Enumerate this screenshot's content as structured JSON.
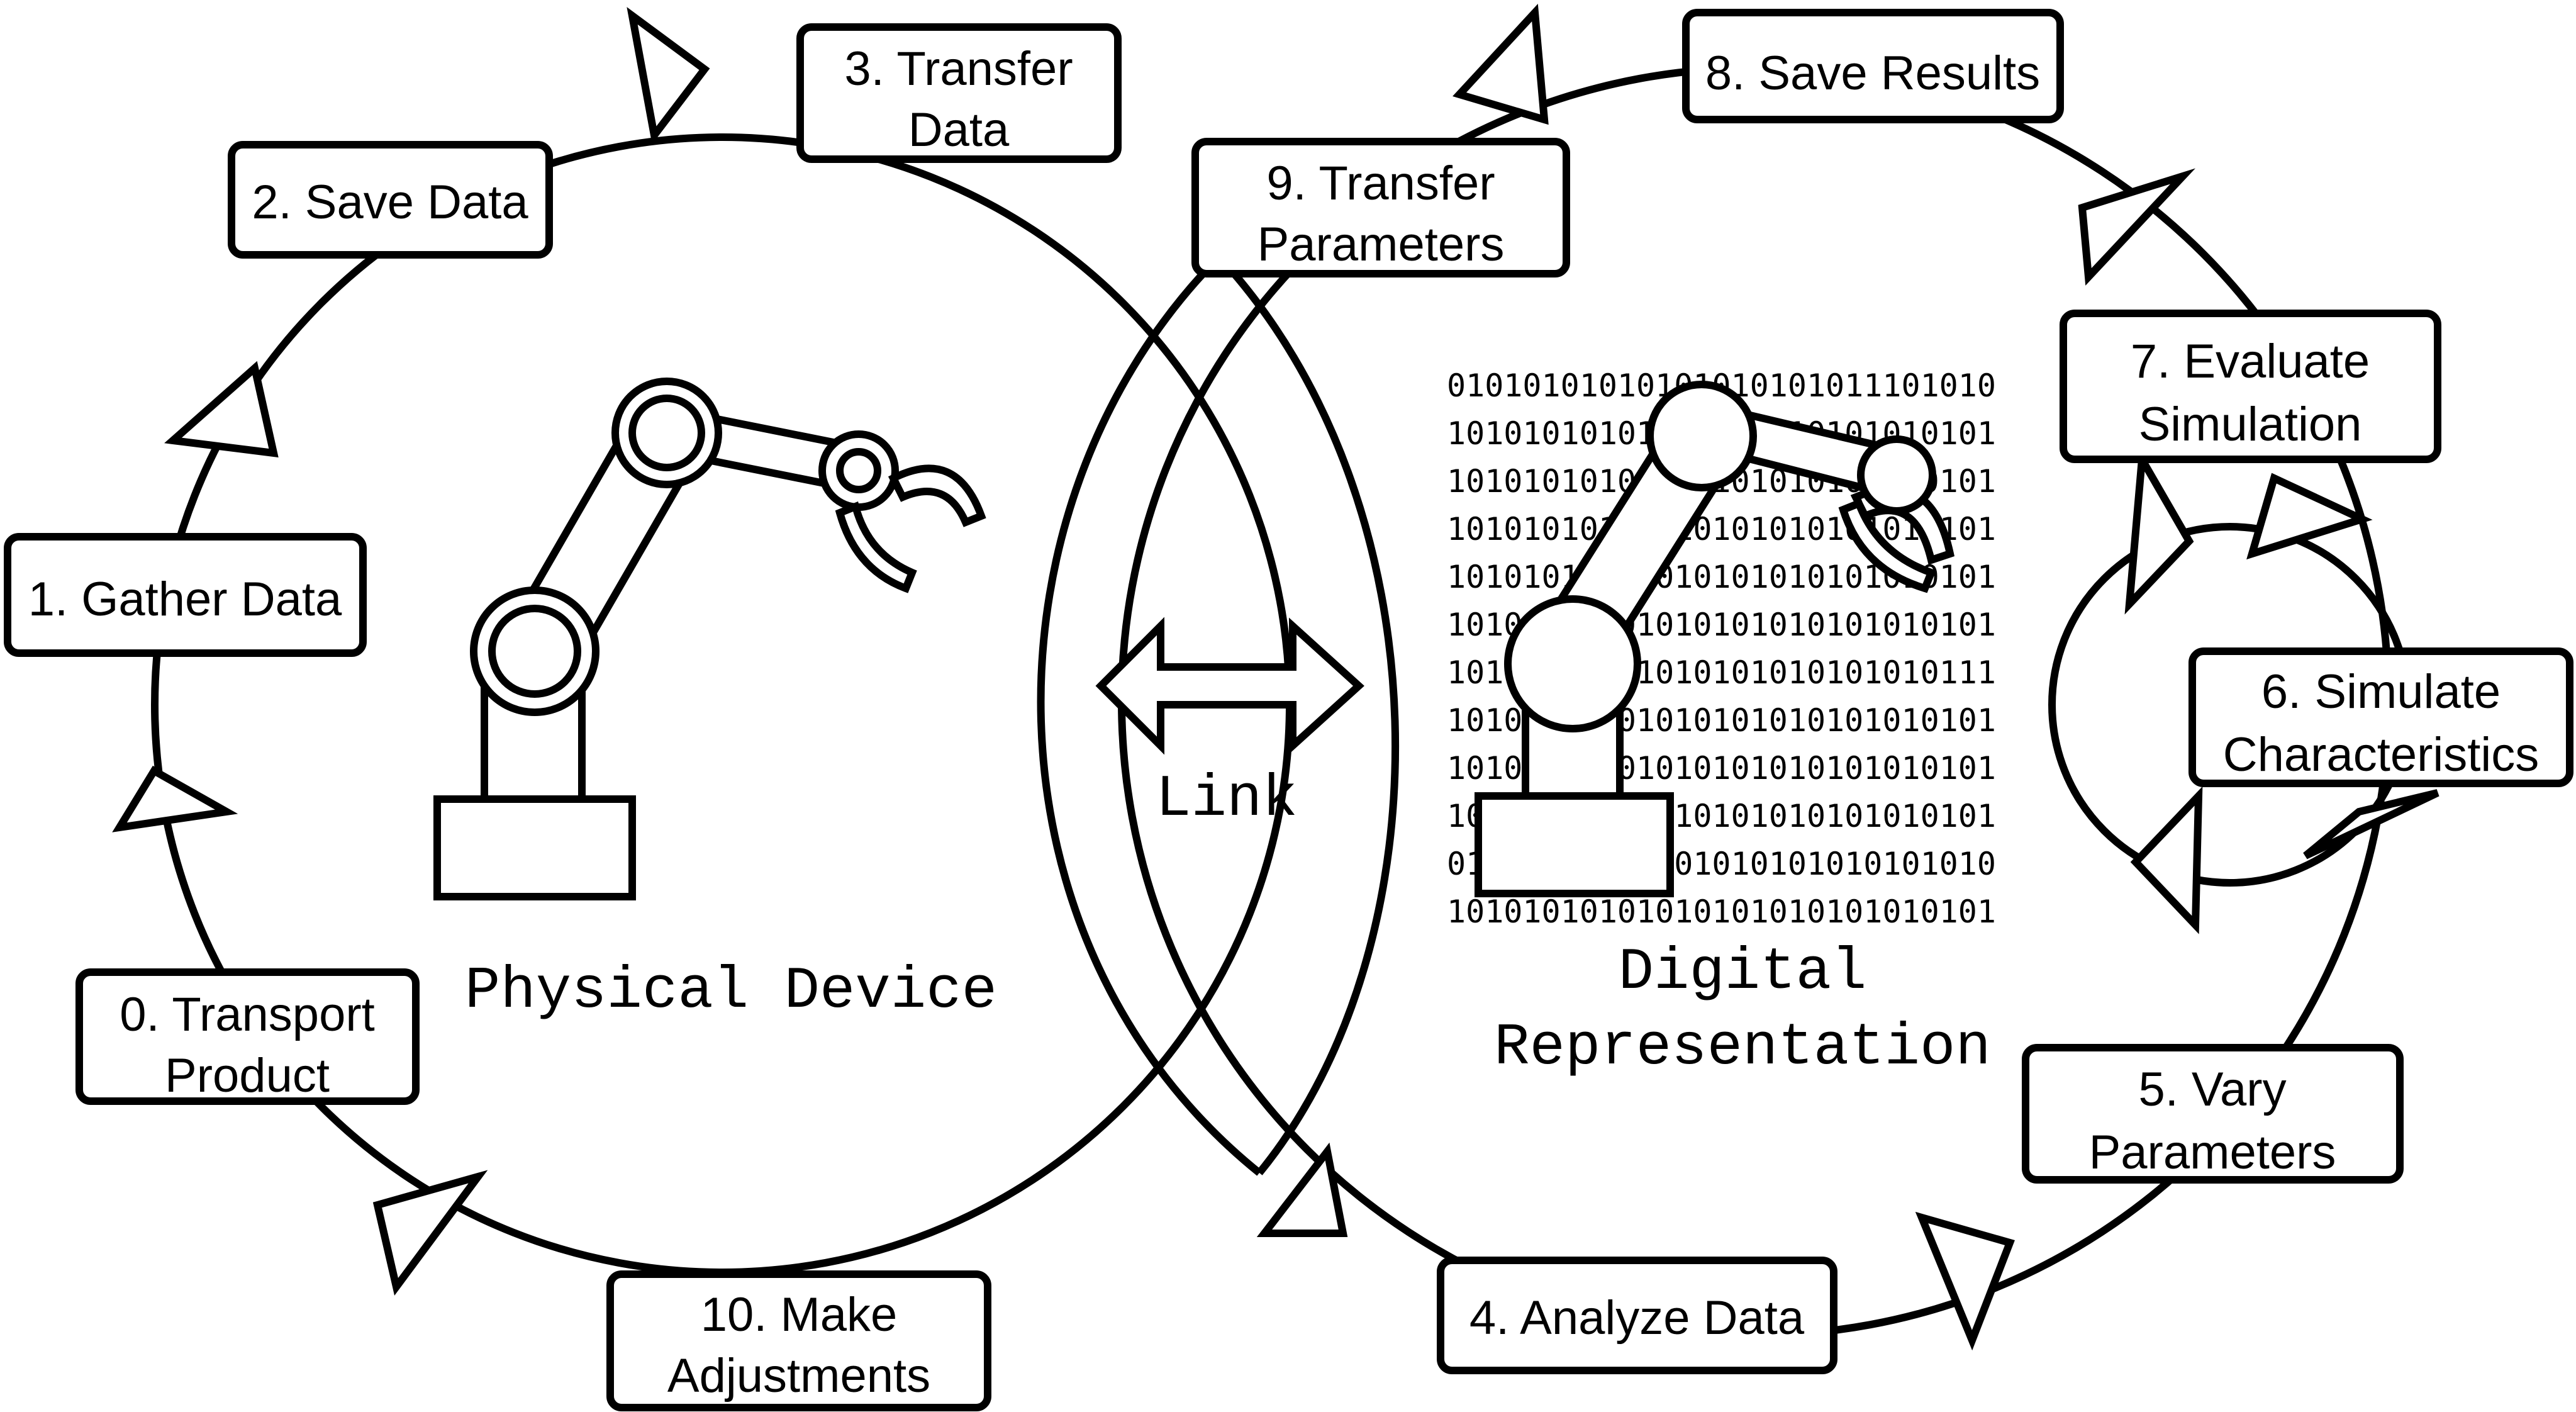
{
  "steps": {
    "s0": [
      "0. Transport",
      "Product"
    ],
    "s1": [
      "1. Gather Data"
    ],
    "s2": [
      "2. Save Data"
    ],
    "s3": [
      "3. Transfer",
      "Data"
    ],
    "s4": [
      "4. Analyze Data"
    ],
    "s5": [
      "5. Vary",
      "Parameters"
    ],
    "s6": [
      "6. Simulate",
      "Characteristics"
    ],
    "s7": [
      "7. Evaluate",
      "Simulation"
    ],
    "s8": [
      "8. Save Results"
    ],
    "s9": [
      "9. Transfer",
      "Parameters"
    ],
    "s10": [
      "10. Make",
      "Adjustments"
    ]
  },
  "labels": {
    "physical": "Physical Device",
    "digital": [
      "Digital",
      "Representation"
    ],
    "link": "Link"
  },
  "binary_lines": [
    "01010101010101010101011101010",
    "10101010101010101010101010101",
    "10101010101010101010101010101",
    "10101010101010101010101010101",
    "10101010101010101010101010101",
    "10101010101010101010101010101",
    "10101010101010101010101010111",
    "10101010101010101010101010101",
    "10101010101010101010101010101",
    "10101010101010101010101010101",
    "01010101010101010101010101010",
    "10101010101010101010101010101"
  ]
}
